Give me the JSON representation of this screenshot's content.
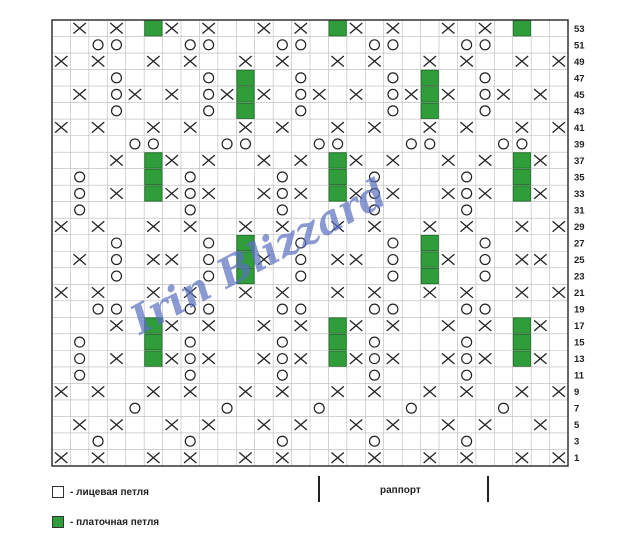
{
  "chart": {
    "cols": 28,
    "rows": 27,
    "row_labels": [
      "53",
      "51",
      "49",
      "47",
      "45",
      "43",
      "41",
      "39",
      "37",
      "35",
      "33",
      "31",
      "29",
      "27",
      "25",
      "23",
      "21",
      "19",
      "17",
      "15",
      "13",
      "11",
      "9",
      "7",
      "5",
      "3",
      "1"
    ],
    "watermark": "Irin Blizzard",
    "colors": {
      "grid": "#b8b8b8",
      "border": "#333333",
      "green": "#2f9e3a",
      "symbol": "#222222",
      "watermark": "#5a6fc0"
    },
    "green_cells": [
      [
        0,
        5
      ],
      [
        0,
        15
      ],
      [
        0,
        25
      ],
      [
        3,
        10
      ],
      [
        4,
        10
      ],
      [
        5,
        10
      ],
      [
        3,
        20
      ],
      [
        4,
        20
      ],
      [
        5,
        20
      ],
      [
        8,
        5
      ],
      [
        9,
        5
      ],
      [
        10,
        5
      ],
      [
        8,
        15
      ],
      [
        9,
        15
      ],
      [
        10,
        15
      ],
      [
        8,
        25
      ],
      [
        9,
        25
      ],
      [
        10,
        25
      ],
      [
        13,
        10
      ],
      [
        14,
        10
      ],
      [
        15,
        10
      ],
      [
        13,
        20
      ],
      [
        14,
        20
      ],
      [
        15,
        20
      ],
      [
        18,
        5
      ],
      [
        19,
        5
      ],
      [
        20,
        5
      ],
      [
        18,
        15
      ],
      [
        19,
        15
      ],
      [
        20,
        15
      ],
      [
        18,
        25
      ],
      [
        19,
        25
      ],
      [
        20,
        25
      ]
    ],
    "yarnover_cells": [
      [
        1,
        2
      ],
      [
        1,
        3
      ],
      [
        1,
        7
      ],
      [
        1,
        8
      ],
      [
        1,
        12
      ],
      [
        1,
        13
      ],
      [
        1,
        17
      ],
      [
        1,
        18
      ],
      [
        1,
        22
      ],
      [
        1,
        23
      ],
      [
        3,
        3
      ],
      [
        3,
        8
      ],
      [
        3,
        13
      ],
      [
        3,
        18
      ],
      [
        3,
        23
      ],
      [
        4,
        3
      ],
      [
        4,
        8
      ],
      [
        4,
        13
      ],
      [
        4,
        18
      ],
      [
        4,
        23
      ],
      [
        5,
        3
      ],
      [
        5,
        8
      ],
      [
        5,
        13
      ],
      [
        5,
        18
      ],
      [
        5,
        23
      ],
      [
        7,
        4
      ],
      [
        7,
        5
      ],
      [
        7,
        9
      ],
      [
        7,
        10
      ],
      [
        7,
        14
      ],
      [
        7,
        15
      ],
      [
        7,
        19
      ],
      [
        7,
        20
      ],
      [
        7,
        24
      ],
      [
        7,
        25
      ],
      [
        9,
        1
      ],
      [
        9,
        7
      ],
      [
        9,
        12
      ],
      [
        9,
        17
      ],
      [
        9,
        22
      ],
      [
        10,
        1
      ],
      [
        10,
        7
      ],
      [
        10,
        12
      ],
      [
        10,
        17
      ],
      [
        10,
        22
      ],
      [
        11,
        1
      ],
      [
        11,
        7
      ],
      [
        11,
        12
      ],
      [
        11,
        17
      ],
      [
        11,
        22
      ],
      [
        13,
        3
      ],
      [
        13,
        8
      ],
      [
        13,
        13
      ],
      [
        13,
        18
      ],
      [
        13,
        23
      ],
      [
        14,
        3
      ],
      [
        14,
        8
      ],
      [
        14,
        13
      ],
      [
        14,
        18
      ],
      [
        14,
        23
      ],
      [
        15,
        3
      ],
      [
        15,
        8
      ],
      [
        15,
        13
      ],
      [
        15,
        18
      ],
      [
        15,
        23
      ],
      [
        17,
        2
      ],
      [
        17,
        3
      ],
      [
        17,
        7
      ],
      [
        17,
        8
      ],
      [
        17,
        12
      ],
      [
        17,
        13
      ],
      [
        17,
        17
      ],
      [
        17,
        18
      ],
      [
        17,
        22
      ],
      [
        17,
        23
      ],
      [
        19,
        1
      ],
      [
        19,
        7
      ],
      [
        19,
        12
      ],
      [
        19,
        17
      ],
      [
        19,
        22
      ],
      [
        20,
        1
      ],
      [
        20,
        7
      ],
      [
        20,
        12
      ],
      [
        20,
        17
      ],
      [
        20,
        22
      ],
      [
        21,
        1
      ],
      [
        21,
        7
      ],
      [
        21,
        12
      ],
      [
        21,
        17
      ],
      [
        21,
        22
      ],
      [
        23,
        4
      ],
      [
        23,
        9
      ],
      [
        23,
        14
      ],
      [
        23,
        19
      ],
      [
        23,
        24
      ],
      [
        25,
        2
      ],
      [
        25,
        7
      ],
      [
        25,
        12
      ],
      [
        25,
        17
      ],
      [
        25,
        22
      ]
    ],
    "cross_cells": [
      [
        0,
        1
      ],
      [
        0,
        3
      ],
      [
        0,
        6
      ],
      [
        0,
        8
      ],
      [
        0,
        11
      ],
      [
        0,
        13
      ],
      [
        0,
        16
      ],
      [
        0,
        18
      ],
      [
        0,
        21
      ],
      [
        0,
        23
      ],
      [
        2,
        0
      ],
      [
        2,
        2
      ],
      [
        2,
        5
      ],
      [
        2,
        7
      ],
      [
        2,
        10
      ],
      [
        2,
        12
      ],
      [
        2,
        15
      ],
      [
        2,
        17
      ],
      [
        2,
        20
      ],
      [
        2,
        22
      ],
      [
        2,
        25
      ],
      [
        2,
        27
      ],
      [
        4,
        1
      ],
      [
        4,
        4
      ],
      [
        4,
        6
      ],
      [
        4,
        9
      ],
      [
        4,
        11
      ],
      [
        4,
        14
      ],
      [
        4,
        16
      ],
      [
        4,
        19
      ],
      [
        4,
        21
      ],
      [
        4,
        24
      ],
      [
        4,
        26
      ],
      [
        6,
        0
      ],
      [
        6,
        2
      ],
      [
        6,
        5
      ],
      [
        6,
        7
      ],
      [
        6,
        10
      ],
      [
        6,
        12
      ],
      [
        6,
        15
      ],
      [
        6,
        17
      ],
      [
        6,
        20
      ],
      [
        6,
        22
      ],
      [
        6,
        25
      ],
      [
        6,
        27
      ],
      [
        8,
        3
      ],
      [
        8,
        6
      ],
      [
        8,
        8
      ],
      [
        8,
        11
      ],
      [
        8,
        13
      ],
      [
        8,
        16
      ],
      [
        8,
        18
      ],
      [
        8,
        21
      ],
      [
        8,
        23
      ],
      [
        8,
        26
      ],
      [
        10,
        3
      ],
      [
        10,
        6
      ],
      [
        10,
        8
      ],
      [
        10,
        11
      ],
      [
        10,
        13
      ],
      [
        10,
        16
      ],
      [
        10,
        18
      ],
      [
        10,
        21
      ],
      [
        10,
        23
      ],
      [
        10,
        26
      ],
      [
        12,
        0
      ],
      [
        12,
        2
      ],
      [
        12,
        5
      ],
      [
        12,
        7
      ],
      [
        12,
        10
      ],
      [
        12,
        12
      ],
      [
        12,
        15
      ],
      [
        12,
        17
      ],
      [
        12,
        20
      ],
      [
        12,
        22
      ],
      [
        12,
        25
      ],
      [
        12,
        27
      ],
      [
        14,
        1
      ],
      [
        14,
        5
      ],
      [
        14,
        6
      ],
      [
        14,
        11
      ],
      [
        14,
        15
      ],
      [
        14,
        16
      ],
      [
        14,
        21
      ],
      [
        14,
        25
      ],
      [
        14,
        26
      ],
      [
        16,
        0
      ],
      [
        16,
        2
      ],
      [
        16,
        5
      ],
      [
        16,
        7
      ],
      [
        16,
        10
      ],
      [
        16,
        12
      ],
      [
        16,
        15
      ],
      [
        16,
        17
      ],
      [
        16,
        20
      ],
      [
        16,
        22
      ],
      [
        16,
        25
      ],
      [
        16,
        27
      ],
      [
        18,
        3
      ],
      [
        18,
        6
      ],
      [
        18,
        8
      ],
      [
        18,
        11
      ],
      [
        18,
        13
      ],
      [
        18,
        16
      ],
      [
        18,
        18
      ],
      [
        18,
        21
      ],
      [
        18,
        23
      ],
      [
        18,
        26
      ],
      [
        20,
        3
      ],
      [
        20,
        6
      ],
      [
        20,
        8
      ],
      [
        20,
        11
      ],
      [
        20,
        13
      ],
      [
        20,
        16
      ],
      [
        20,
        18
      ],
      [
        20,
        21
      ],
      [
        20,
        23
      ],
      [
        20,
        26
      ],
      [
        22,
        0
      ],
      [
        22,
        2
      ],
      [
        22,
        5
      ],
      [
        22,
        7
      ],
      [
        22,
        10
      ],
      [
        22,
        12
      ],
      [
        22,
        15
      ],
      [
        22,
        17
      ],
      [
        22,
        20
      ],
      [
        22,
        22
      ],
      [
        22,
        25
      ],
      [
        22,
        27
      ],
      [
        24,
        1
      ],
      [
        24,
        3
      ],
      [
        24,
        6
      ],
      [
        24,
        8
      ],
      [
        24,
        11
      ],
      [
        24,
        13
      ],
      [
        24,
        16
      ],
      [
        24,
        18
      ],
      [
        24,
        21
      ],
      [
        24,
        23
      ],
      [
        24,
        26
      ],
      [
        26,
        0
      ],
      [
        26,
        2
      ],
      [
        26,
        5
      ],
      [
        26,
        7
      ],
      [
        26,
        10
      ],
      [
        26,
        12
      ],
      [
        26,
        15
      ],
      [
        26,
        17
      ],
      [
        26,
        20
      ],
      [
        26,
        22
      ],
      [
        26,
        25
      ],
      [
        26,
        27
      ]
    ]
  },
  "legend": {
    "knit_label": "- лицевая петля",
    "garter_label": "- платочная петля",
    "rapport_label": "раппорт"
  }
}
